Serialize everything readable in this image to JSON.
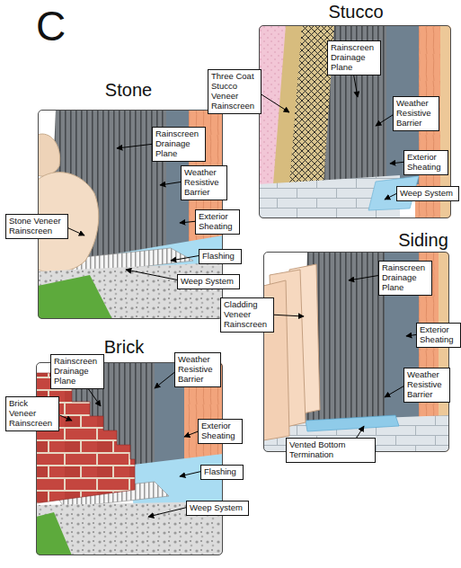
{
  "diagram": {
    "title": "C",
    "nodes": [
      {
        "text": [
          "Stone"
        ]
      },
      {
        "text": [
          "Rainscreen Drainage Plane"
        ],
        "in": 0
      },
      {
        "text": [
          "Weather Resistive Barrier"
        ],
        "in": 0
      },
      {
        "text": [
          "Exterior Sheating"
        ],
        "in": 0
      },
      {
        "text": [
          "Stone Veneer Rainscreen"
        ],
        "in": 0
      },
      {
        "text": [
          "Flashing"
        ],
        "in": 0
      },
      {
        "text": [
          "Weep System"
        ],
        "in": 0
      },
      {
        "text": [
          "Stucco"
        ]
      },
      {
        "text": [
          "Rainscreen Drainage Plane"
        ],
        "in": 7
      },
      {
        "text": [
          "Three Coat Stucco Veneer Rainscreen"
        ],
        "in": 7
      },
      {
        "text": [
          "Weather Resistive Barrier"
        ],
        "in": 7
      },
      {
        "text": [
          "Exterior Sheating"
        ],
        "in": 7
      },
      {
        "text": [
          "Weep System"
        ],
        "in": 7
      },
      {
        "text": [
          "Brick"
        ]
      },
      {
        "text": [
          "Rainscreen Drainage Plane"
        ],
        "in": 13
      },
      {
        "text": [
          "Weather Resistive Barrier"
        ],
        "in": 13
      },
      {
        "text": [
          "Brick Veneer Rainscreen"
        ],
        "in": 13
      },
      {
        "text": [
          "Exterior Sheating"
        ],
        "in": 13
      },
      {
        "text": [
          "Flashing"
        ],
        "in": 13
      },
      {
        "text": [
          "Weep System"
        ],
        "in": 13
      },
      {
        "text": [
          "Siding"
        ]
      },
      {
        "text": [
          "Rainscreen Drainage Plane"
        ],
        "in": 20
      },
      {
        "text": [
          "Cladding Veneer Rainscreen"
        ],
        "in": 20
      },
      {
        "text": [
          "Exterior Sheating"
        ],
        "in": 20
      },
      {
        "text": [
          "Weather Resistive Barrier"
        ],
        "in": 20
      },
      {
        "text": [
          "Vented Bottom Termination"
        ],
        "in": 20
      }
    ]
  }
}
